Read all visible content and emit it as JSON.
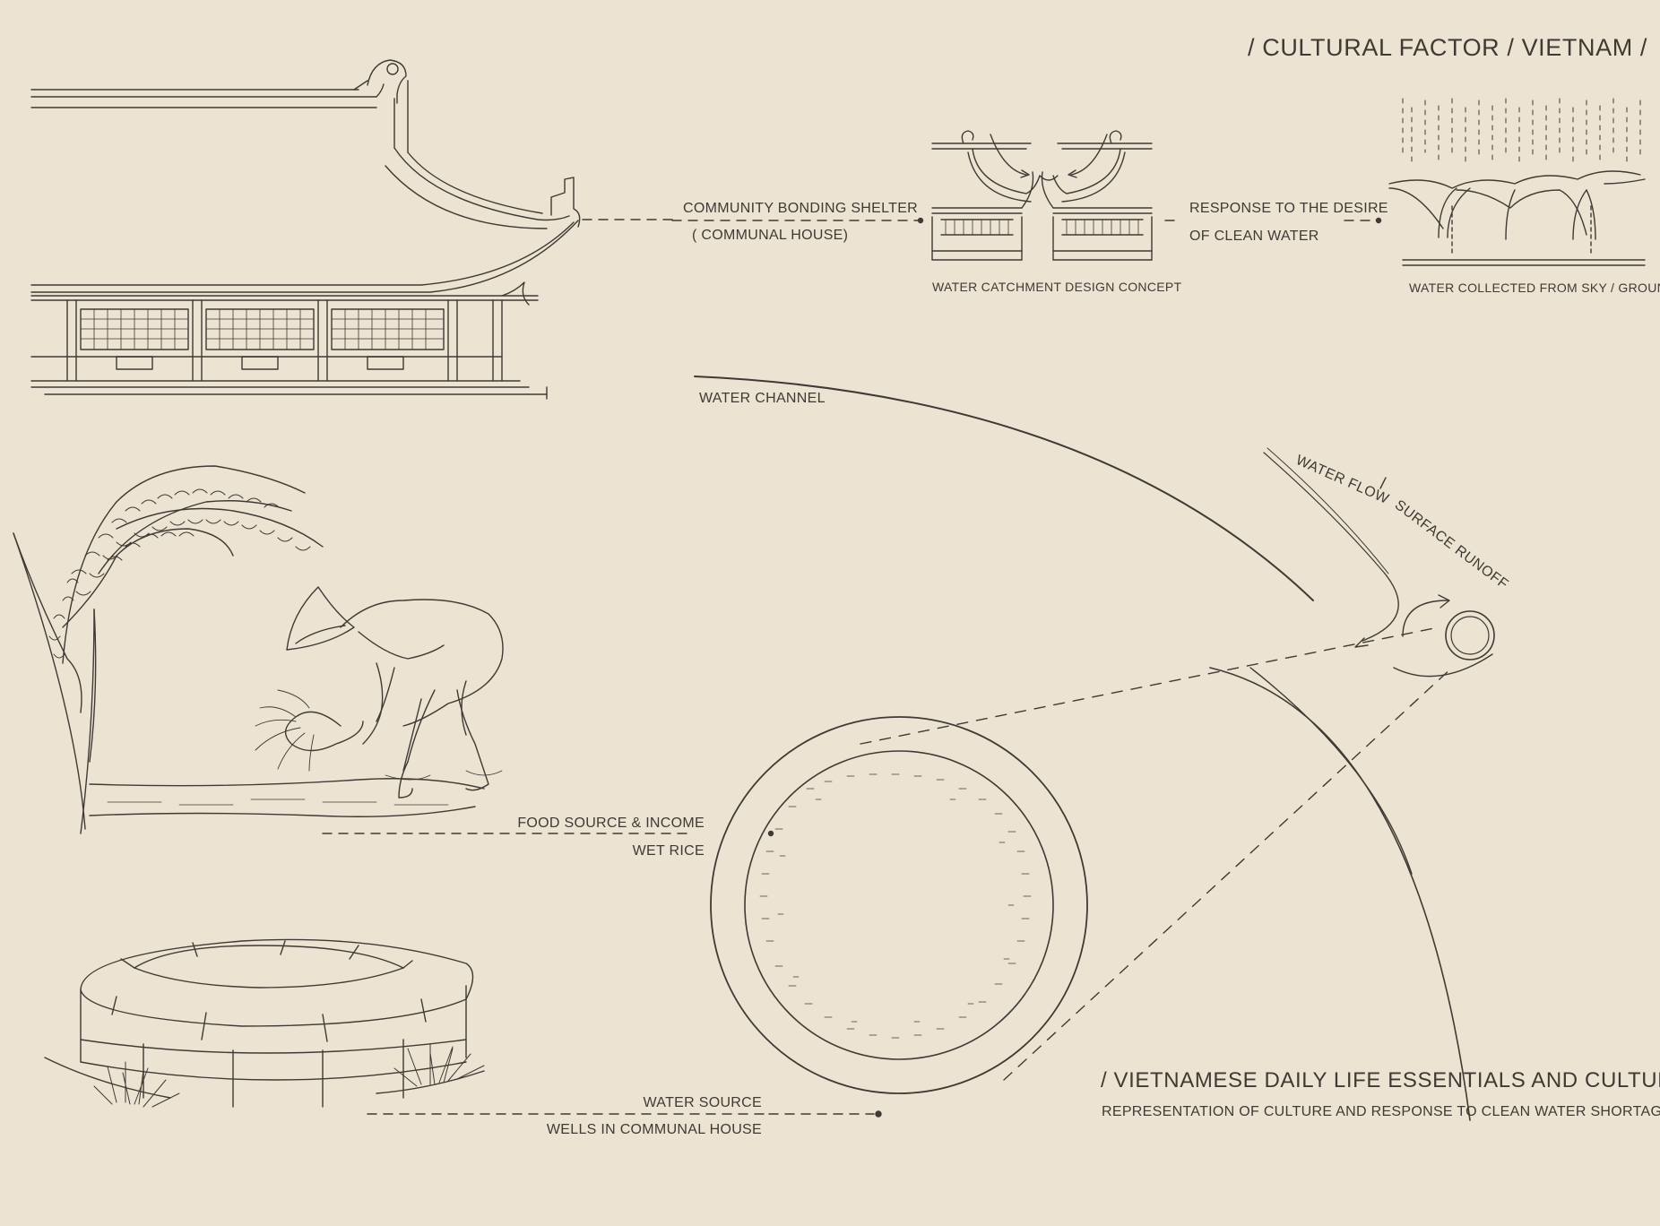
{
  "header": {
    "title": "/ CULTURAL FACTOR / VIETNAM /"
  },
  "labels": {
    "community_bonding": "COMMUNITY BONDING SHELTER",
    "communal_house": "( COMMUNAL HOUSE)",
    "water_catchment": "WATER CATCHMENT DESIGN CONCEPT",
    "response_desire": "RESPONSE TO THE DESIRE",
    "clean_water": "OF CLEAN WATER",
    "water_collected": "WATER COLLECTED FROM SKY / GROUND",
    "water_channel": "WATER CHANNEL",
    "water_flow": "WATER FLOW",
    "surface_runoff": "SURFACE RUNOFF",
    "food_source": "FOOD SOURCE & INCOME",
    "wet_rice": "WET RICE",
    "water_source": "WATER SOURCE",
    "wells": "WELLS IN COMMUNAL HOUSE"
  },
  "footer": {
    "title": "/ VIETNAMESE DAILY LIFE ESSENTIALS AND CULTURE /",
    "subtitle": "REPRESENTATION OF CULTURE AND RESPONSE TO CLEAN WATER SHORTAGE"
  },
  "colors": {
    "background": "#ede3d2",
    "ink": "#3f3a34"
  },
  "icons": [
    "communal-house-drawing",
    "water-catchment-drawing",
    "rain-canopy-drawing",
    "rice-plant-drawing",
    "rice-farmer-drawing",
    "well-drawing",
    "well-top-view-circle",
    "channel-pipe-icon"
  ]
}
